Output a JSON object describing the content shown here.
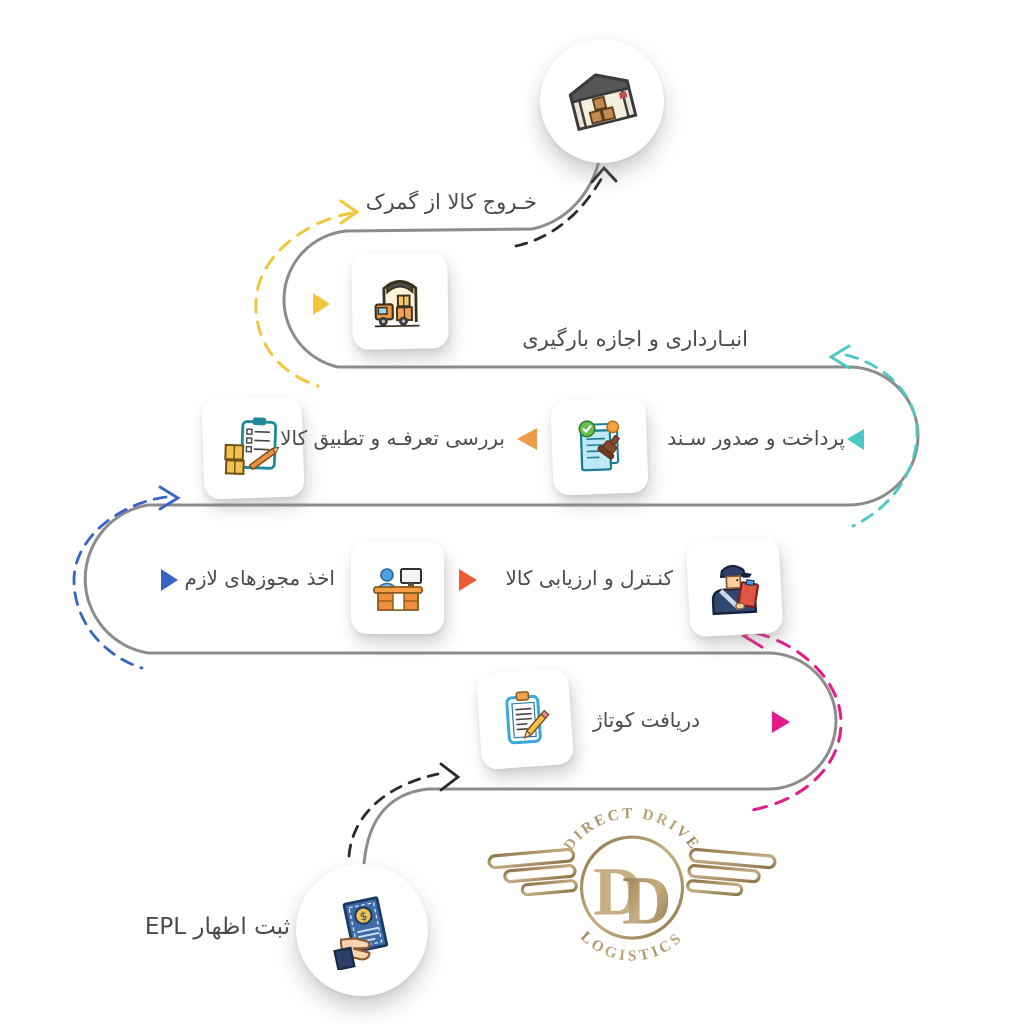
{
  "title": "Customs clearance process infographic",
  "colors": {
    "path": "#8c8c8c",
    "dash_black": "#2b2b2b",
    "yellow": "#f2c53d",
    "cyan": "#4cc8c3",
    "magenta": "#e5198c",
    "blue": "#3963c4",
    "orange": "#eb9b4a",
    "red_orange": "#ee5a35",
    "text": "#4b4b4b",
    "gold": "#a8906a"
  },
  "steps": [
    {
      "id": "epl",
      "label": "ثبت اظهار EPL",
      "icon": "hand-money-icon"
    },
    {
      "id": "cotage",
      "label": "دریافت کوتاژ",
      "icon": "clipboard-pencil-icon"
    },
    {
      "id": "control",
      "label": "کنـترل و ارزیابی کالا",
      "icon": "customs-officer-icon"
    },
    {
      "id": "permits",
      "label": "اخذ مجوزهای لازم",
      "icon": "office-desk-icon"
    },
    {
      "id": "tariff",
      "label": "بررسی تعرفـه و تطبیق کالا",
      "icon": "clipboard-boxes-icon"
    },
    {
      "id": "payment",
      "label": "پرداخت و صدور سـند",
      "icon": "stamp-document-icon"
    },
    {
      "id": "warehousing",
      "label": "انبـارداری و اجازه بارگیری",
      "icon": "truck-loading-icon"
    },
    {
      "id": "exit",
      "label": "خـروج کالا از گمرک",
      "icon": "warehouse-icon"
    }
  ],
  "logo": {
    "top": "DIRECT DRIVE",
    "monogram_left": "D",
    "monogram_right": "D",
    "bottom": "LOGISTICS"
  }
}
